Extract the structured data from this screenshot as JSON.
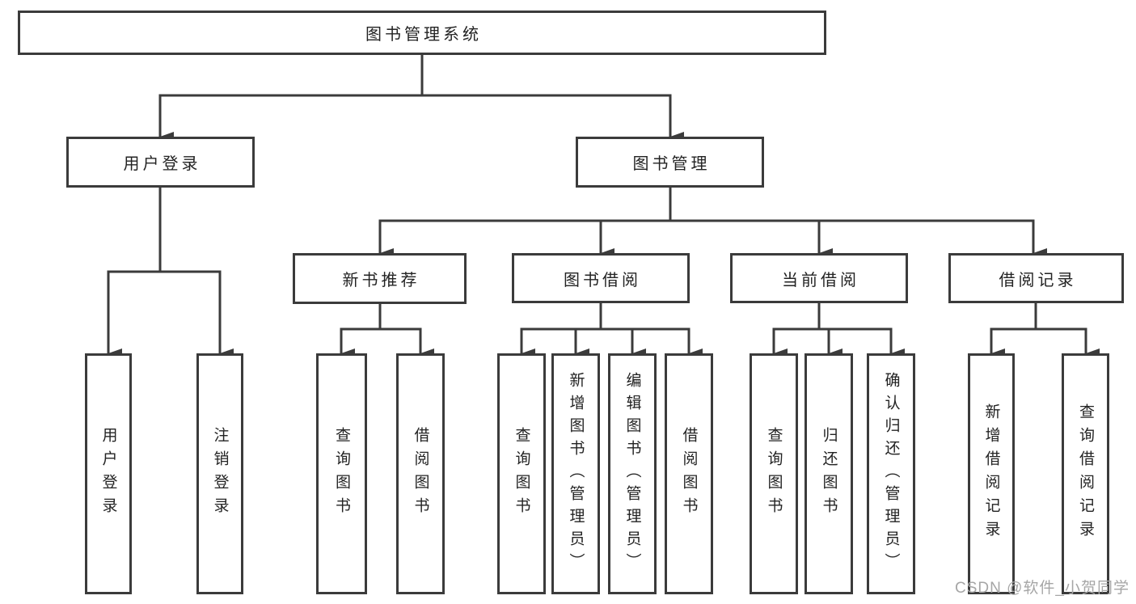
{
  "diagram": {
    "type": "function-structure-tree",
    "root": {
      "label": "图书管理系统"
    },
    "user_login": {
      "label": "用户登录",
      "children": [
        {
          "label": "用户登录"
        },
        {
          "label": "注销登录"
        }
      ]
    },
    "book_mgmt": {
      "label": "图书管理",
      "sections": [
        {
          "label": "新书推荐",
          "children": [
            {
              "label": "查询图书"
            },
            {
              "label": "借阅图书"
            }
          ]
        },
        {
          "label": "图书借阅",
          "children": [
            {
              "label": "查询图书"
            },
            {
              "label": "新增图书（管理员）"
            },
            {
              "label": "编辑图书（管理员）"
            },
            {
              "label": "借阅图书"
            }
          ]
        },
        {
          "label": "当前借阅",
          "children": [
            {
              "label": "查询图书"
            },
            {
              "label": "归还图书"
            },
            {
              "label": "确认归还（管理员）"
            }
          ]
        },
        {
          "label": "借阅记录",
          "children": [
            {
              "label": "新增借阅记录"
            },
            {
              "label": "查询借阅记录"
            }
          ]
        }
      ]
    },
    "colors": {
      "line": "#3b3b3b",
      "text": "#232323",
      "watermark": "#a6a6a6",
      "background": "#ffffff"
    }
  },
  "watermark": {
    "text": "CSDN @软件_小贺同学"
  }
}
